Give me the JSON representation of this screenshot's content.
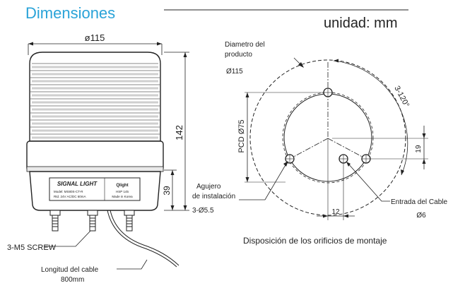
{
  "header": {
    "title": "Dimensiones",
    "unit": "unidad: mm"
  },
  "front_view": {
    "width_label": "ø115",
    "height_label": "142",
    "base_height_label": "39",
    "plate_title": "SIGNAL LIGHT",
    "plate_lines": [
      "Model: MS80S-CT-R",
      "Rtd. 24V AC/DC 60mA"
    ],
    "plate_brand": "Qlight",
    "plate_right_lines": [
      "HSP 145",
      "Made in Korea"
    ],
    "screw_label": "3-M5 SCREW",
    "cable_label_line1": "Longitud del cable",
    "cable_label_line2": "800mm"
  },
  "bottom_view": {
    "diameter_label_line1": "Diametro del",
    "diameter_label_line2": "producto",
    "diameter_value": "Ø115",
    "pcd_label": "PCD Ø75",
    "angle_label": "3-120°",
    "offset_19": "19",
    "offset_12": "12",
    "hole_label_line1": "Agujero",
    "hole_label_line2": "de instalación",
    "hole_value": "3-Ø5.5",
    "cable_entry_label": "Entrada del Cable",
    "cable_entry_value": "Ø6",
    "caption": "Disposición de los orificios de montaje"
  },
  "colors": {
    "title": "#2aa3d8",
    "line": "#222222"
  }
}
